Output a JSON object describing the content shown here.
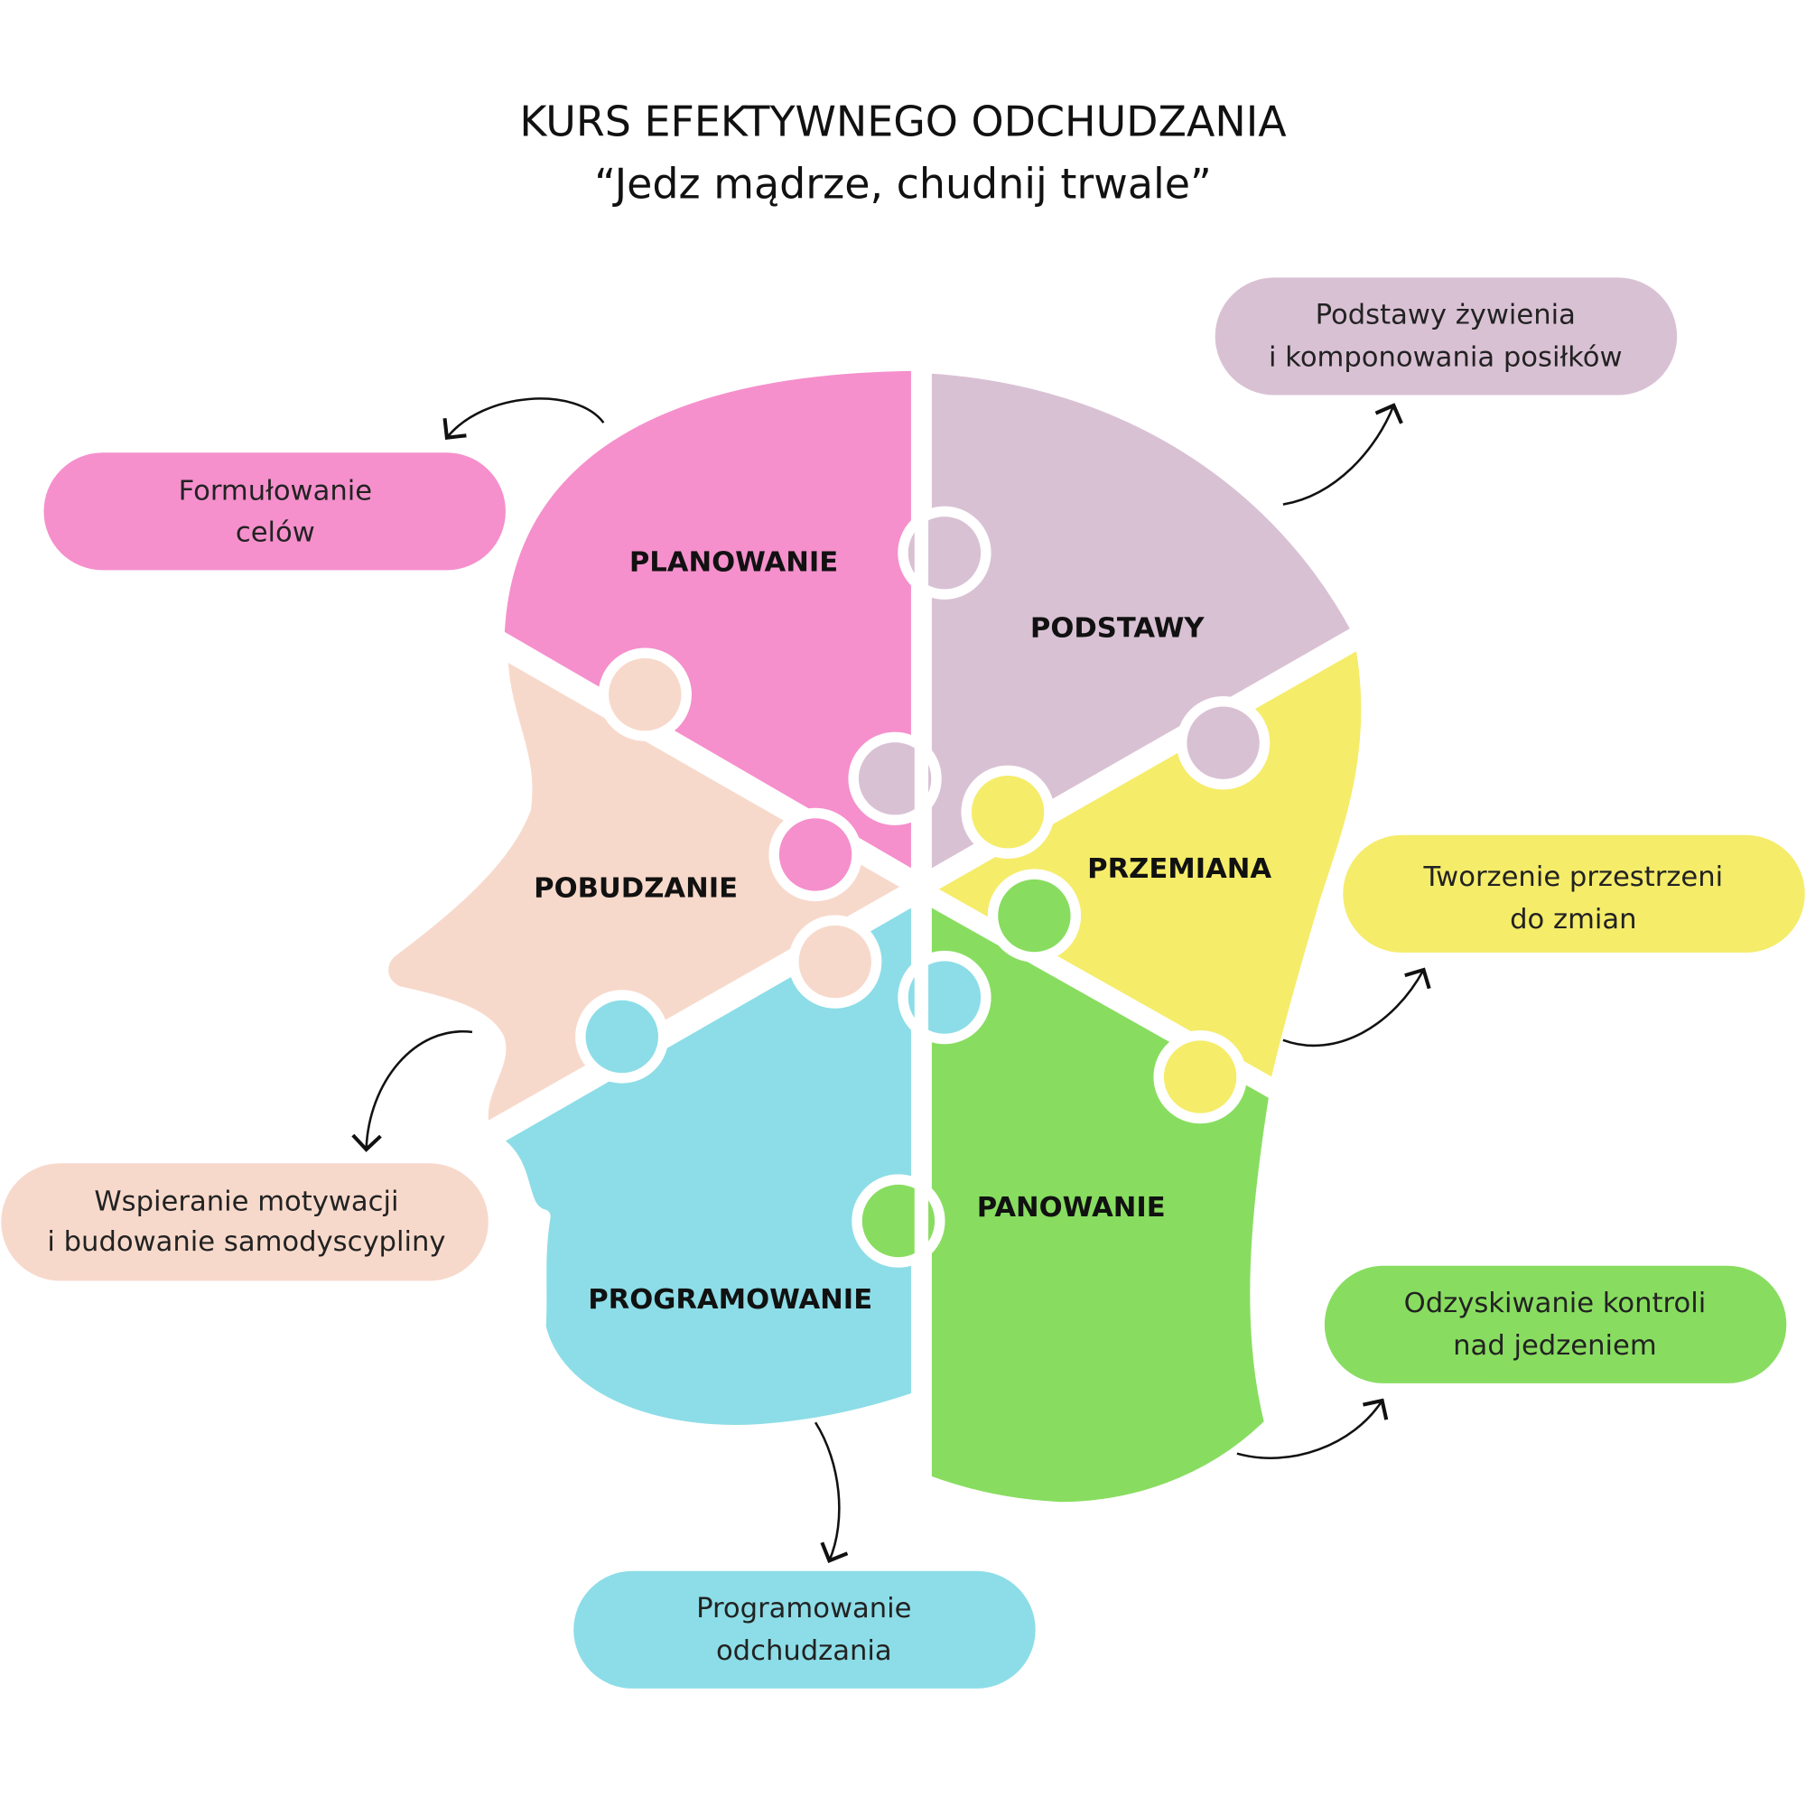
{
  "title": {
    "line1": "KURS EFEKTYWNEGO ODCHUDZANIA",
    "line2": "“Jedz mądrze, chudnij trwale”"
  },
  "colors": {
    "planowanie": "#F590CC",
    "podstawy": "#D9C1D4",
    "przemiana": "#F5EC6A",
    "panowanie": "#88DD60",
    "programowanie": "#8CDDE7",
    "pobudzanie": "#F7D9CB"
  },
  "pieces": {
    "planowanie": "PLANOWANIE",
    "podstawy": "PODSTAWY",
    "przemiana": "PRZEMIANA",
    "panowanie": "PANOWANIE",
    "programowanie": "PROGRAMOWANIE",
    "pobudzanie": "POBUDZANIE"
  },
  "pills": {
    "planowanie": [
      "Formułowanie",
      "celów"
    ],
    "podstawy": [
      "Podstawy żywienia",
      "i komponowania posiłków"
    ],
    "przemiana": [
      "Tworzenie przestrzeni",
      "do zmian"
    ],
    "panowanie": [
      "Odzyskiwanie kontroli",
      "nad jedzeniem"
    ],
    "programowanie": [
      "Programowanie",
      "odchudzania"
    ],
    "pobudzanie": [
      "Wspieranie motywacji",
      "i budowanie samodyscypliny"
    ]
  }
}
